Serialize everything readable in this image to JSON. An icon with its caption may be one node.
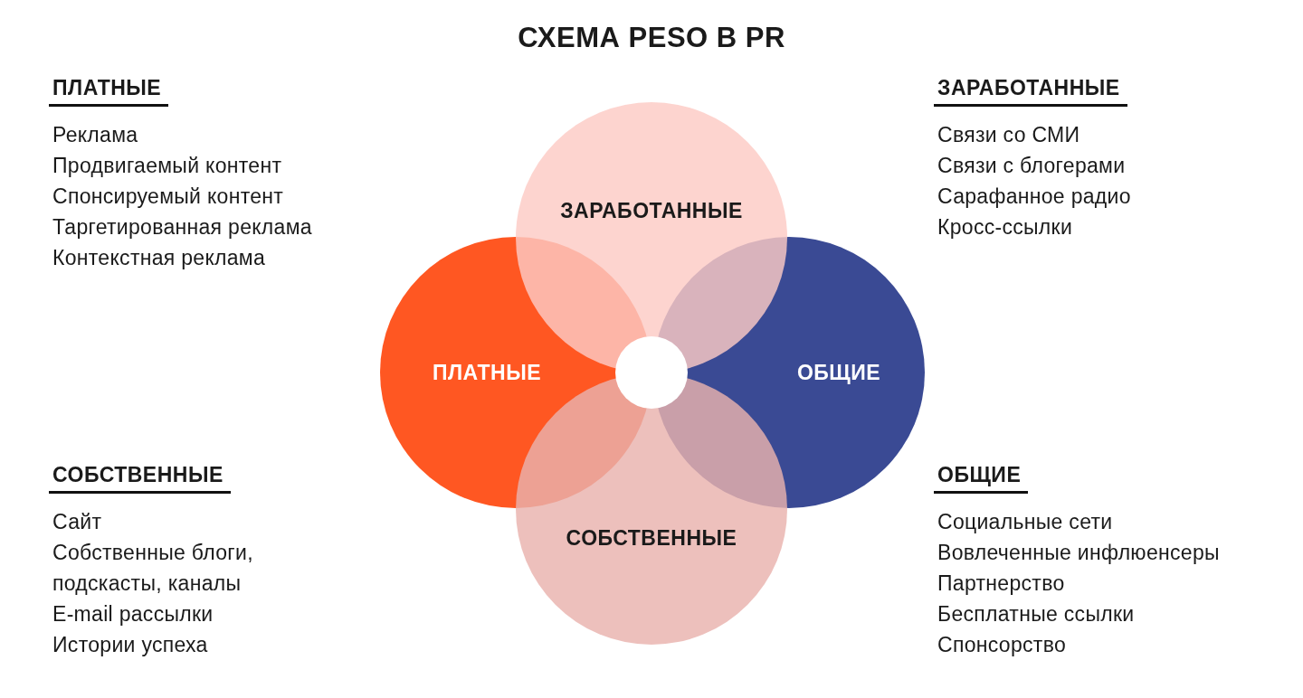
{
  "diagram": {
    "title": "СХЕМА PESO В PR",
    "nodes": [
      {
        "text": [
          "ЗАРАБОТАННЫЕ"
        ]
      },
      {
        "text": [
          "ПЛАТНЫЕ"
        ]
      },
      {
        "text": [
          "ОБЩИЕ"
        ]
      },
      {
        "text": [
          "СОБСТВЕННЫЕ"
        ]
      },
      {
        "text": [],
        "shape": "circle"
      }
    ],
    "edges": [],
    "labels": [
      "ПЛАТНЫЕ",
      "Реклама",
      "Продвигаемый контент",
      "Спонсируемый контент",
      "Таргетированная реклама",
      "Контекстная реклама",
      "ЗАРАБОТАННЫЕ",
      "Связи со СМИ",
      "Связи с блогерами",
      "Сарафанное радио",
      "Кросс-ссылки",
      "СОБСТВЕННЫЕ",
      "Сайт",
      "Собственные блоги, подскасты, каналы",
      "E-mail рассылки",
      "Истории успеха",
      "ОБЩИЕ",
      "Социальные сети",
      "Вовлеченные инфлюенсеры",
      "Партнерство",
      "Бесплатные ссылки",
      "Спонсорство"
    ]
  }
}
